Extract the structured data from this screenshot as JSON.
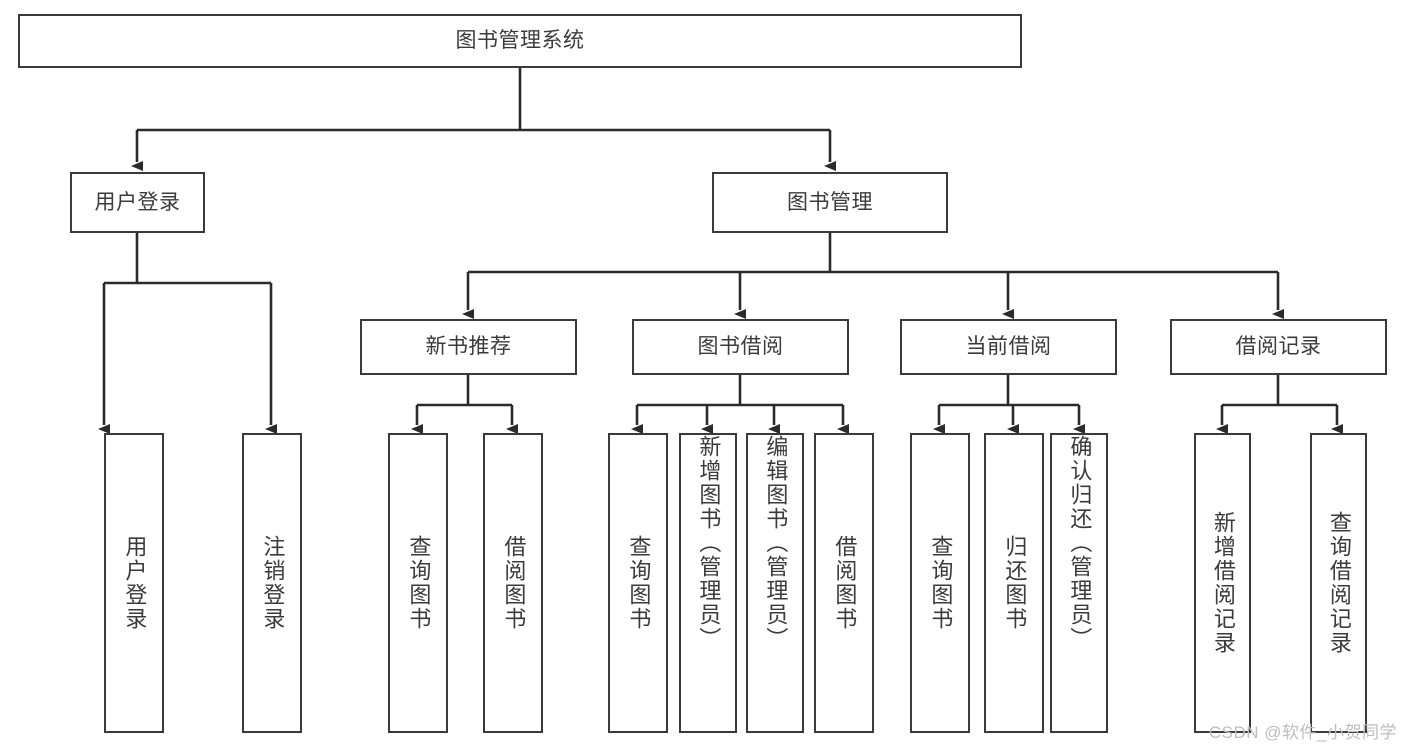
{
  "diagram": {
    "title": "图书管理系统",
    "type": "functional-hierarchy-tree",
    "watermark": "CSDN @软件_小贺同学",
    "colors": {
      "box_border": "#3a3a3a",
      "box_fill": "#ffffff",
      "text": "#3b3b3b",
      "edge": "#2b2b2b",
      "watermark": "#bdbdbd",
      "background": "#ffffff"
    },
    "levels": {
      "root": {
        "label": "图书管理系统"
      },
      "level2": [
        {
          "id": "user-login",
          "label": "用户登录"
        },
        {
          "id": "book-management",
          "label": "图书管理"
        }
      ],
      "level3": [
        {
          "id": "new-book-recommend",
          "label": "新书推荐",
          "parent": "book-management"
        },
        {
          "id": "book-borrow",
          "label": "图书借阅",
          "parent": "book-management"
        },
        {
          "id": "current-borrow",
          "label": "当前借阅",
          "parent": "book-management"
        },
        {
          "id": "borrow-record",
          "label": "借阅记录",
          "parent": "book-management"
        }
      ],
      "leaves": [
        {
          "id": "leaf-user-login",
          "label": "用户登录",
          "parent": "user-login",
          "align": "center"
        },
        {
          "id": "leaf-logout-login",
          "label": "注销登录",
          "parent": "user-login",
          "align": "center"
        },
        {
          "id": "leaf-query-book-1",
          "label": "查询图书",
          "parent": "new-book-recommend",
          "align": "center"
        },
        {
          "id": "leaf-borrow-book-1",
          "label": "借阅图书",
          "parent": "new-book-recommend",
          "align": "center"
        },
        {
          "id": "leaf-query-book-2",
          "label": "查询图书",
          "parent": "book-borrow",
          "align": "center"
        },
        {
          "id": "leaf-add-book",
          "label": "新增图书（管理员）",
          "parent": "book-borrow",
          "align": "top"
        },
        {
          "id": "leaf-edit-book",
          "label": "编辑图书（管理员）",
          "parent": "book-borrow",
          "align": "top"
        },
        {
          "id": "leaf-borrow-book-2",
          "label": "借阅图书",
          "parent": "book-borrow",
          "align": "center"
        },
        {
          "id": "leaf-query-book-3",
          "label": "查询图书",
          "parent": "current-borrow",
          "align": "center"
        },
        {
          "id": "leaf-return-book",
          "label": "归还图书",
          "parent": "current-borrow",
          "align": "center"
        },
        {
          "id": "leaf-confirm-return",
          "label": "确认归还（管理员）",
          "parent": "current-borrow",
          "align": "top"
        },
        {
          "id": "leaf-add-borrow-record",
          "label": "新增借阅记录",
          "parent": "borrow-record",
          "align": "center"
        },
        {
          "id": "leaf-query-borrow-record",
          "label": "查询借阅记录",
          "parent": "borrow-record",
          "align": "center"
        }
      ]
    }
  }
}
